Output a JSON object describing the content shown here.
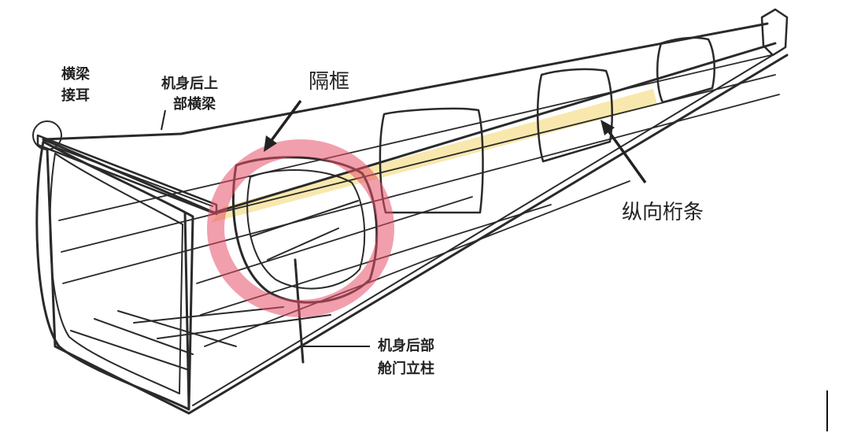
{
  "labels": {
    "crossbeam_lug_line1": "横梁",
    "crossbeam_lug_line2": "接耳",
    "upper_crossbeam_line1": "机身后上",
    "upper_crossbeam_line2": "部横梁",
    "bulkhead_frame": "隔框",
    "longitudinal_stringer": "纵向桁条",
    "door_pillar_line1": "机身后部",
    "door_pillar_line2": "舱门立柱"
  },
  "colors": {
    "line": "#2a2a2a",
    "frame_highlight": "#e8506a",
    "stringer_highlight": "#f2d56a",
    "background": "#ffffff"
  }
}
